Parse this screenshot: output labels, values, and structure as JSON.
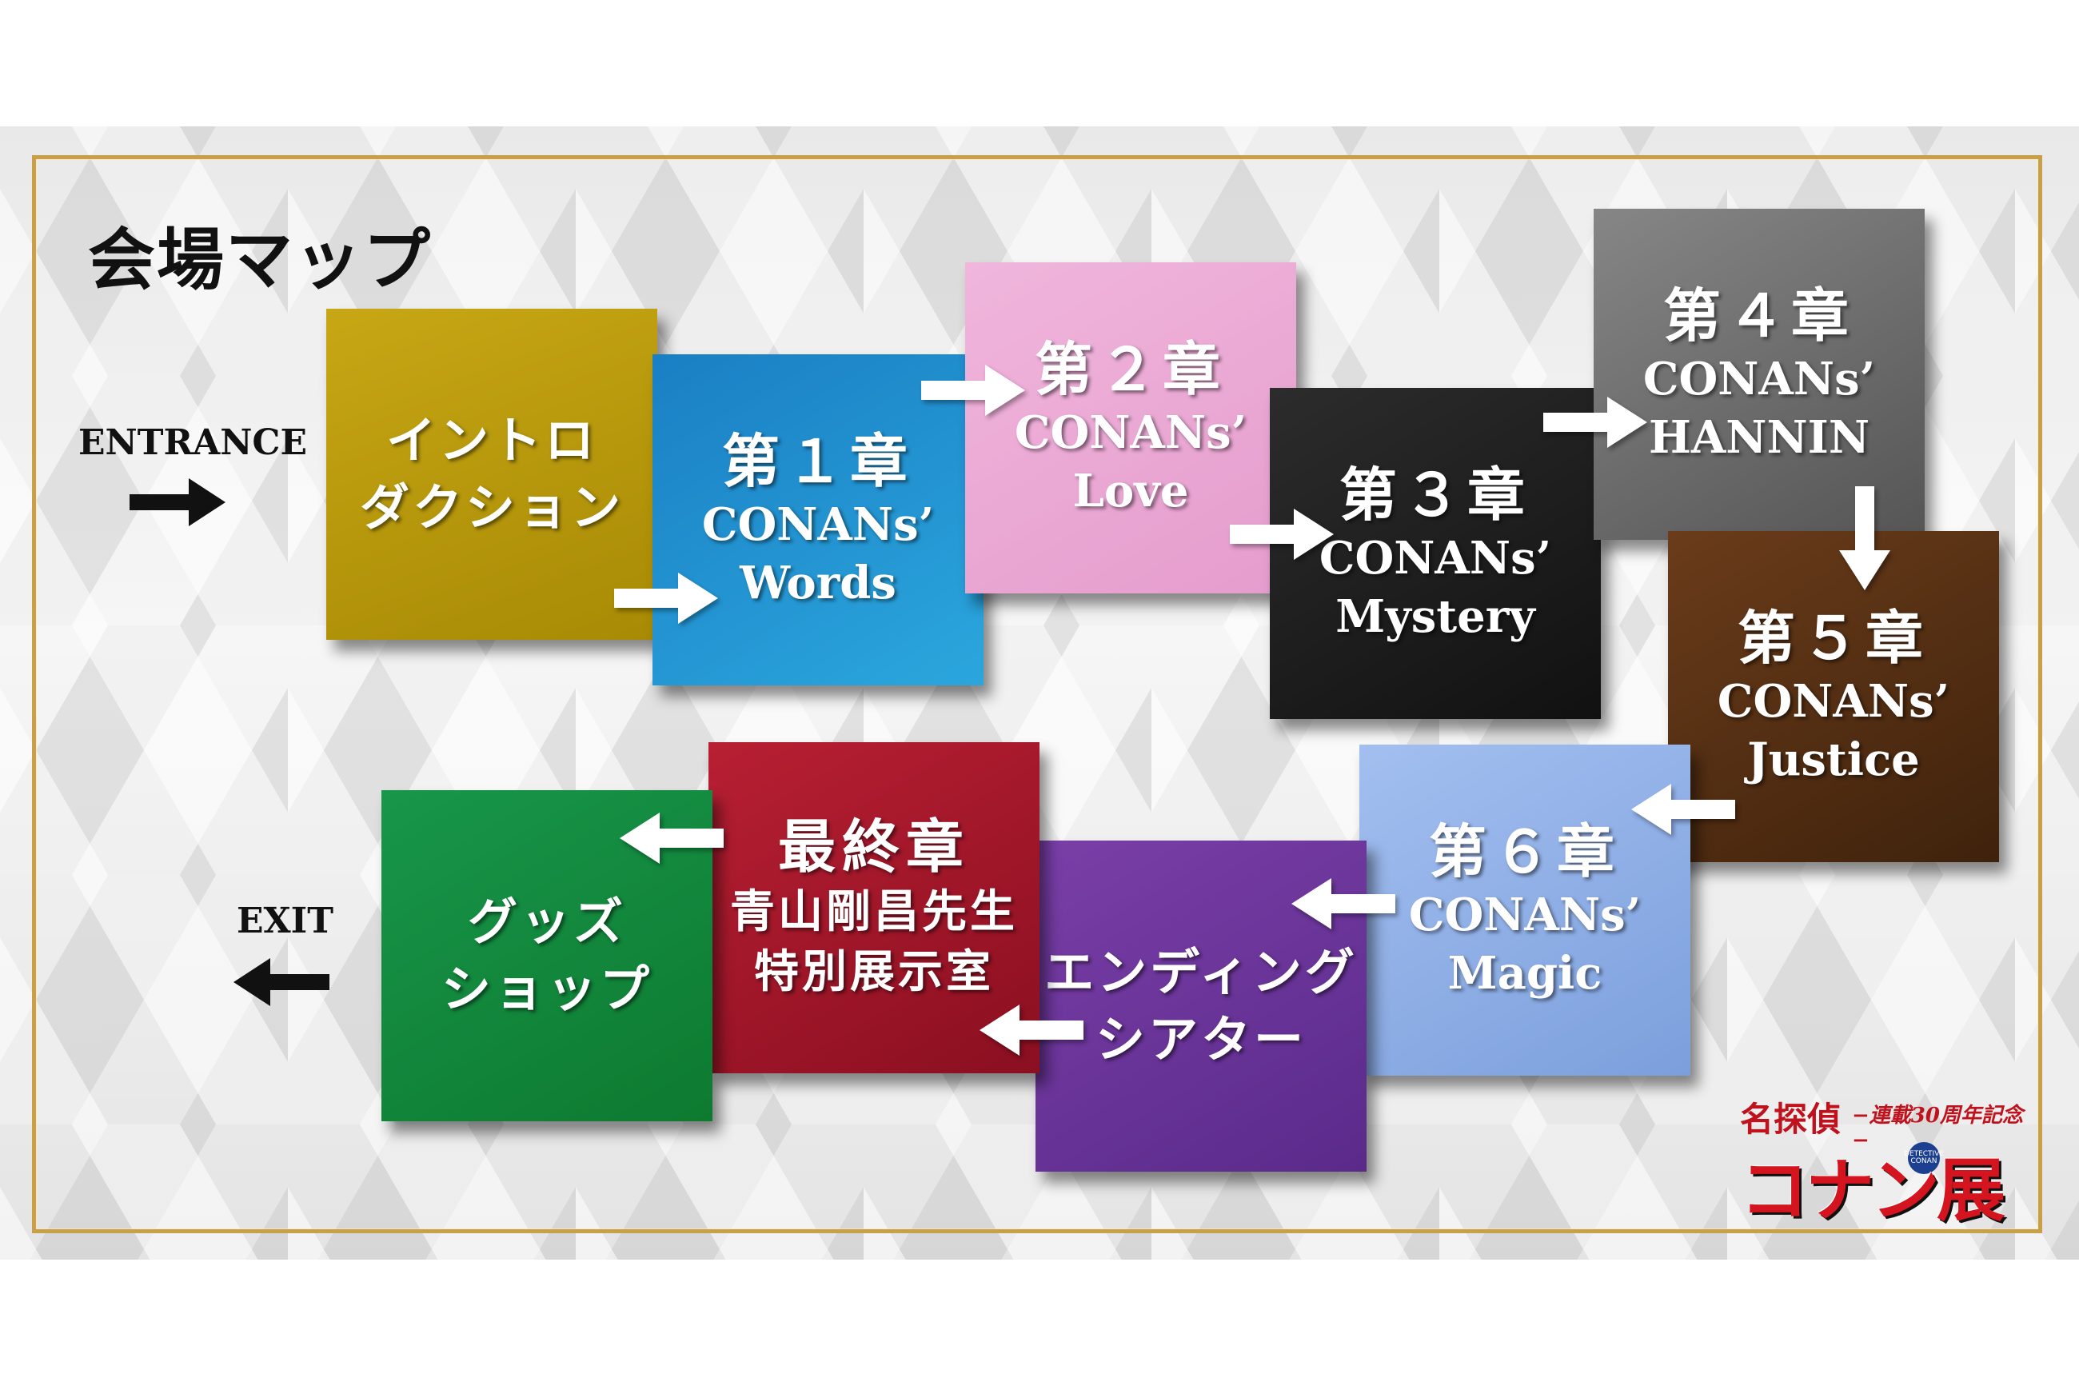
{
  "title": "会場マップ",
  "entrance_label": "ENTRANCE",
  "exit_label": "EXIT",
  "colors": {
    "frame": "#c9a049",
    "intro": "#b89a0a",
    "ch1": "#1f96d1",
    "ch2": "#e8a9d3",
    "ch3": "#1c1c1c",
    "ch4": "#6e6e6e",
    "ch5": "#5a3215",
    "ch6": "#8fb0e6",
    "ending": "#6a3598",
    "final": "#a8162a",
    "goods": "#13883a"
  },
  "rooms": {
    "intro": {
      "line1": "イントロ",
      "line2": "ダクション"
    },
    "ch1": {
      "chapter": "第１章",
      "sub1": "CONANs’",
      "sub2": "Words"
    },
    "ch2": {
      "chapter": "第２章",
      "sub1": "CONANs’",
      "sub2": "Love"
    },
    "ch3": {
      "chapter": "第３章",
      "sub1": "CONANs’",
      "sub2": "Mystery"
    },
    "ch4": {
      "chapter": "第４章",
      "sub1": "CONANs’",
      "sub2": "HANNIN"
    },
    "ch5": {
      "chapter": "第５章",
      "sub1": "CONANs’",
      "sub2": "Justice"
    },
    "ch6": {
      "chapter": "第６章",
      "sub1": "CONANs’",
      "sub2": "Magic"
    },
    "ending": {
      "line1": "エンディング",
      "line2": "シアター"
    },
    "final": {
      "chapter": "最終章",
      "line1": "青山剛昌先生",
      "line2": "特別展示室"
    },
    "goods": {
      "line1": "グッズ",
      "line2": "ショップ"
    }
  },
  "logo": {
    "top": "名探偵",
    "subtitle": "−連載30周年記念−",
    "badge": "DETECTIVE CONAN",
    "main": "コナン展"
  }
}
